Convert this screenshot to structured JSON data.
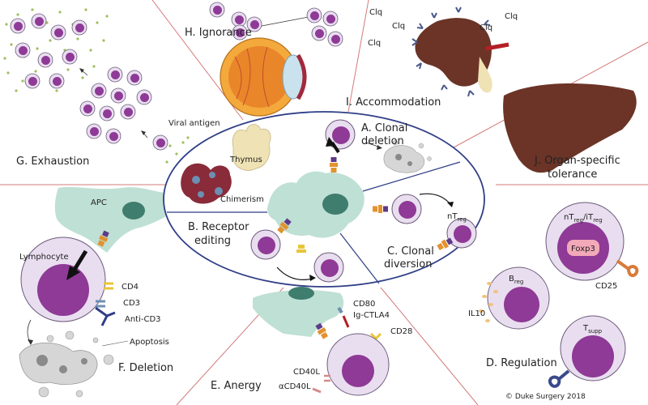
{
  "sections": {
    "ignorance": "H. Ignorance",
    "accommodation": "I. Accommodation",
    "exhaustion": "G. Exhaustion",
    "organ_tolerance_1": "J. Organ-specific",
    "organ_tolerance_2": "tolerance",
    "clonal_deletion_1": "A. Clonal",
    "clonal_deletion_2": "deletion",
    "receptor_editing_1": "B. Receptor",
    "receptor_editing_2": "editing",
    "clonal_diversion_1": "C. Clonal",
    "clonal_diversion_2": "diversion",
    "deletion": "F. Deletion",
    "anergy": "E. Anergy",
    "regulation": "D. Regulation"
  },
  "labels": {
    "clq": "Clq",
    "viral_antigen": "Viral antigen",
    "thymus": "Thymus",
    "chimerism": "Chimerism",
    "apc": "APC",
    "lymphocyte": "Lymphocyte",
    "cd4": "CD4",
    "cd3": "CD3",
    "anti_cd3": "Anti-CD3",
    "apoptosis": "Apoptosis",
    "cd80": "CD80",
    "ig_ctla4": "Ig-CTLA4",
    "cd28": "CD28",
    "cd40l": "CD40L",
    "acd40l": "αCD40L",
    "il10": "IL10",
    "cd25": "CD25",
    "foxp3": "Foxp3",
    "ntreg_main": "nT",
    "reg_sub": "reg",
    "itreg_main": "/iT",
    "breg_main": "B",
    "tsupp_main": "T",
    "supp_sub": "supp"
  },
  "copyright": "© Duke Surgery 2018",
  "colors": {
    "cell_fill": "#e9def0",
    "cell_stroke": "#6b5a7a",
    "nucleus": "#8e3a96",
    "apc": "#bfe0d4",
    "apc_nucleus": "#3f7d6e",
    "receptor_purple": "#5e3b88",
    "receptor_orange": "#e2922e",
    "receptor_yellow": "#e7c63a",
    "apoptosis_gray": "#d6d6d6",
    "ellipse": "#2f3e86",
    "divider": "#c83a3a",
    "liver": "#6b3427",
    "kidney": "#6b3427",
    "thymus": "#efe2b4"
  }
}
